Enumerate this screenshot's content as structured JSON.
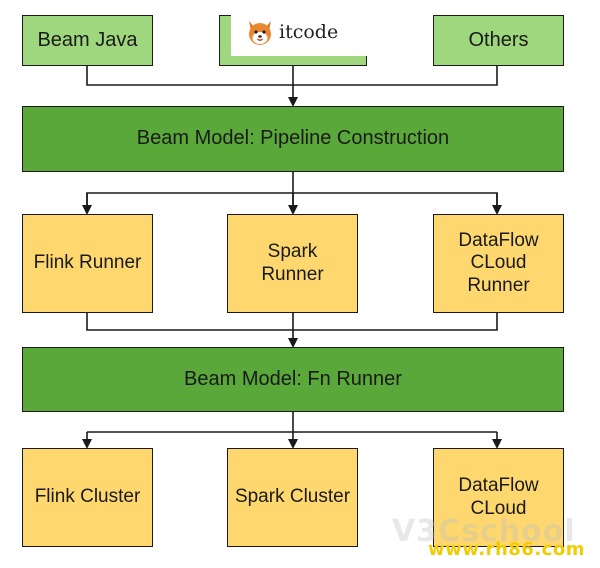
{
  "diagram": {
    "sdks": [
      "Beam Java",
      "",
      "Others"
    ],
    "pipeline_construction": "Beam Model: Pipeline Construction",
    "runners": [
      "Flink Runner",
      "Spark\nRunner",
      "DataFlow\nCLoud\nRunner"
    ],
    "fn_runner": "Beam Model: Fn Runner",
    "clusters": [
      "Flink Cluster",
      "Spark Cluster",
      "DataFlow\nCLoud"
    ]
  },
  "watermarks": {
    "logo_text": "itcode",
    "logo_icon": "shiba-dog-icon",
    "site": "www.rh86.com",
    "school": "V3Cschool"
  },
  "colors": {
    "sdk_fill": "#9fd77e",
    "model_fill": "#5aa83a",
    "runner_fill": "#fed86f",
    "site_watermark": "#f2cc00"
  }
}
